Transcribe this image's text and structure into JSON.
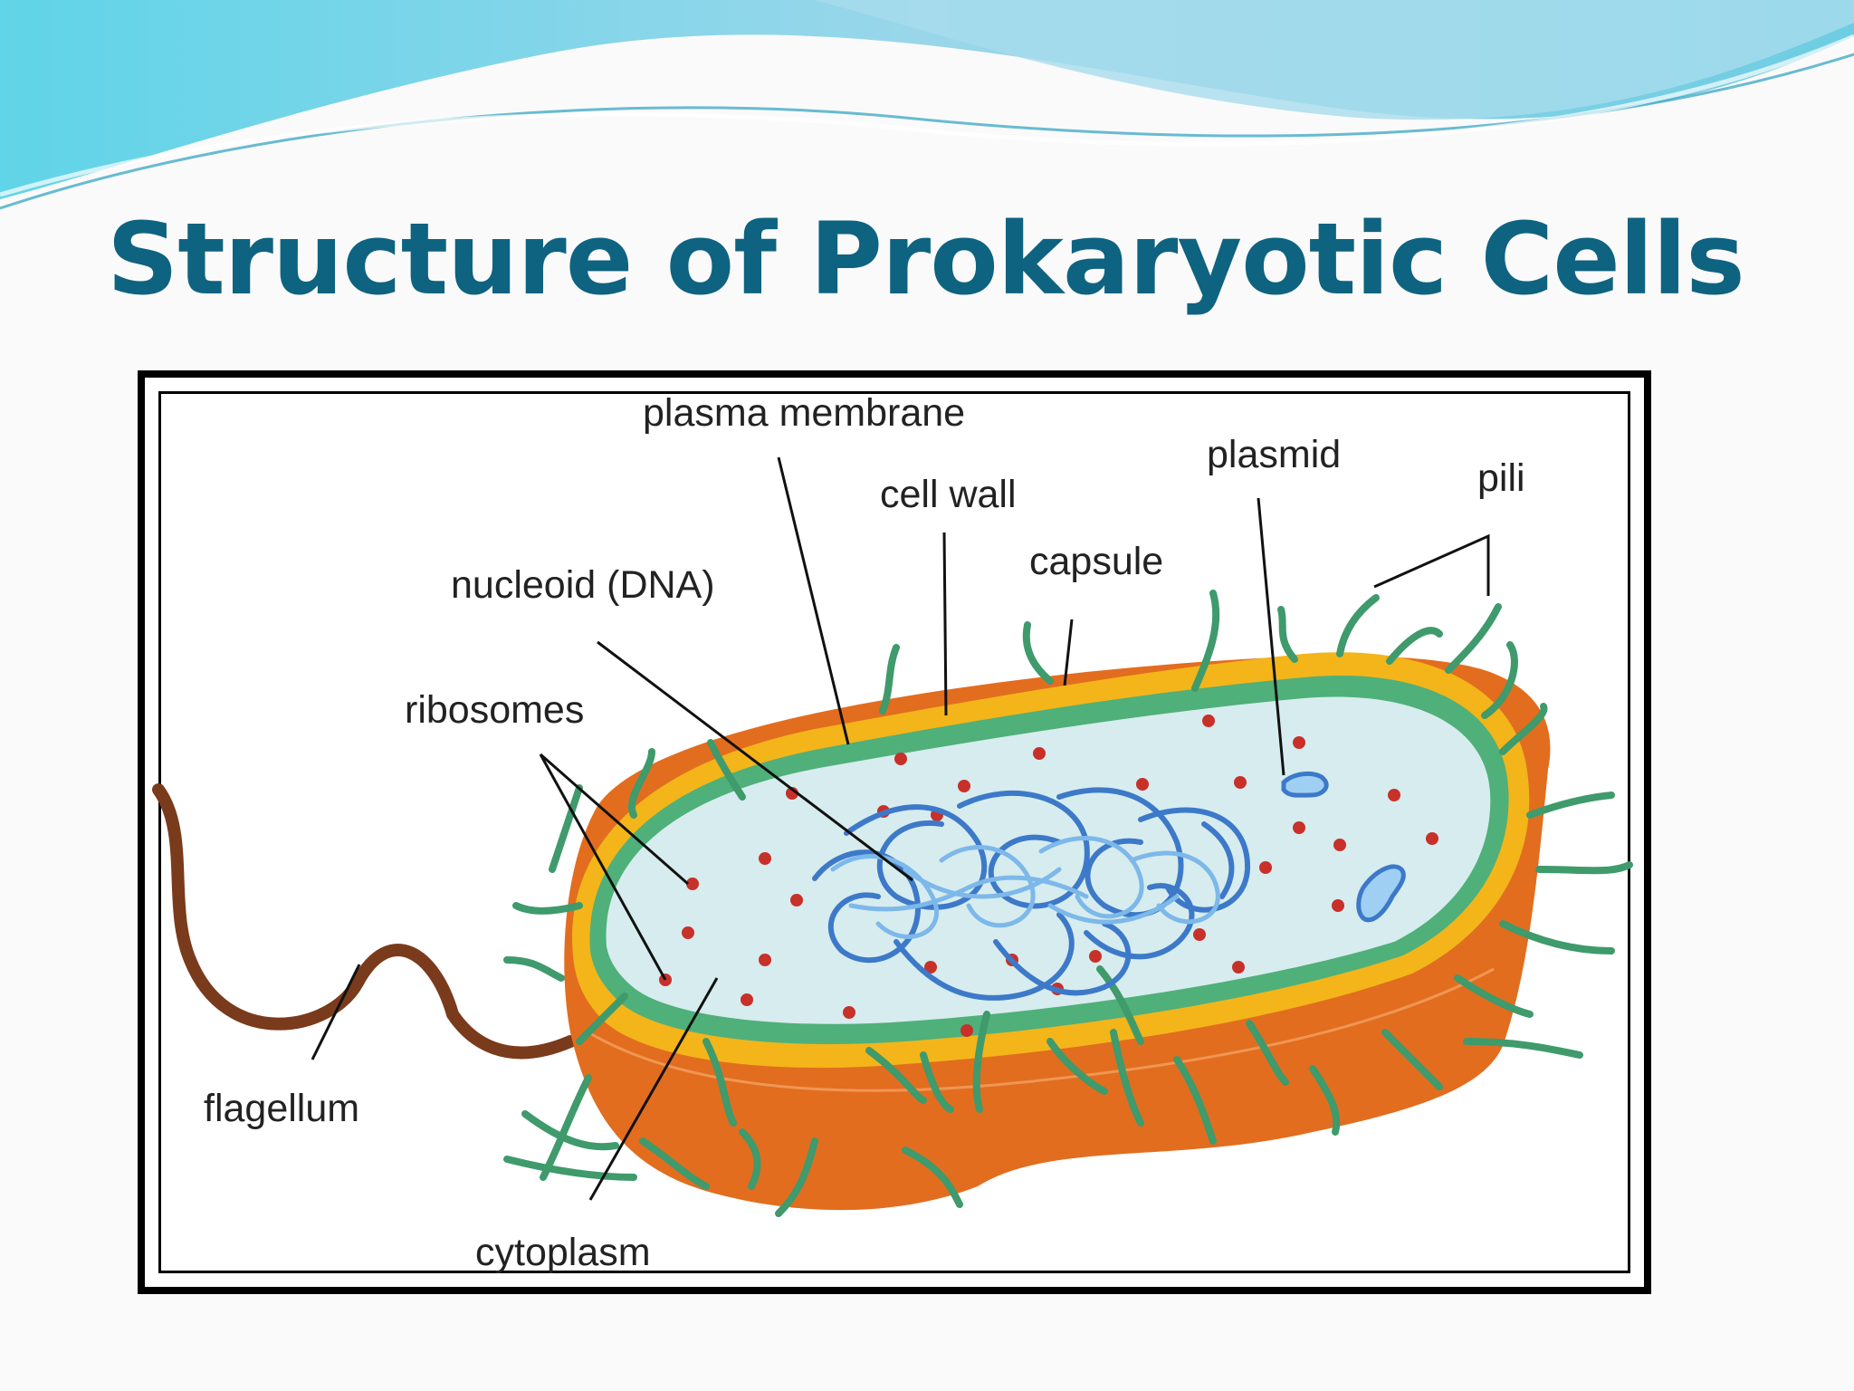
{
  "slide": {
    "title": "Structure of Prokaryotic Cells"
  },
  "diagram": {
    "labels": {
      "plasma_membrane": "plasma membrane",
      "cell_wall": "cell wall",
      "plasmid": "plasmid",
      "pili": "pili",
      "capsule": "capsule",
      "nucleoid": "nucleoid (DNA)",
      "ribosomes": "ribosomes",
      "flagellum": "flagellum",
      "cytoplasm": "cytoplasm"
    },
    "colors": {
      "title": "#0e6380",
      "capsule": "#e26d1f",
      "cell_wall": "#f3b51a",
      "plasma_membrane": "#4fb07a",
      "cytoplasm": "#d7ecee",
      "ribosome": "#c8302a",
      "dna": "#3d79c9",
      "pili": "#3f9a6c",
      "flagellum": "#7a3a1c"
    }
  }
}
